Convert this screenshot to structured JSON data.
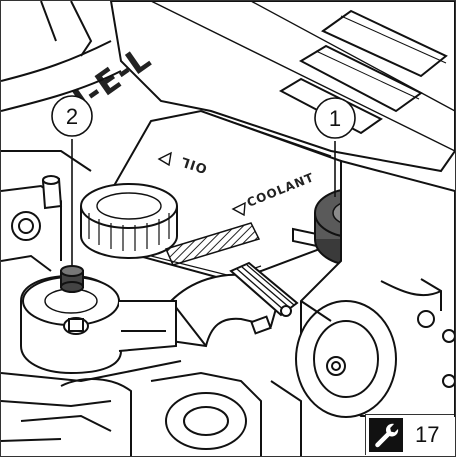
{
  "figure": {
    "embossed_oil": "OIL",
    "embossed_coolant": "COOLANT",
    "embossed_brand": "H-E-L"
  },
  "callouts": [
    {
      "number": "1",
      "target": "coolant-cap"
    },
    {
      "number": "2",
      "target": "bleed-screw"
    }
  ],
  "reference": {
    "icon": "wrench-icon",
    "number": "17"
  },
  "colors": {
    "line": "#111111",
    "cap_fill": "#5a5a5a",
    "cap_dark": "#3a3a3a",
    "background": "#ffffff"
  }
}
